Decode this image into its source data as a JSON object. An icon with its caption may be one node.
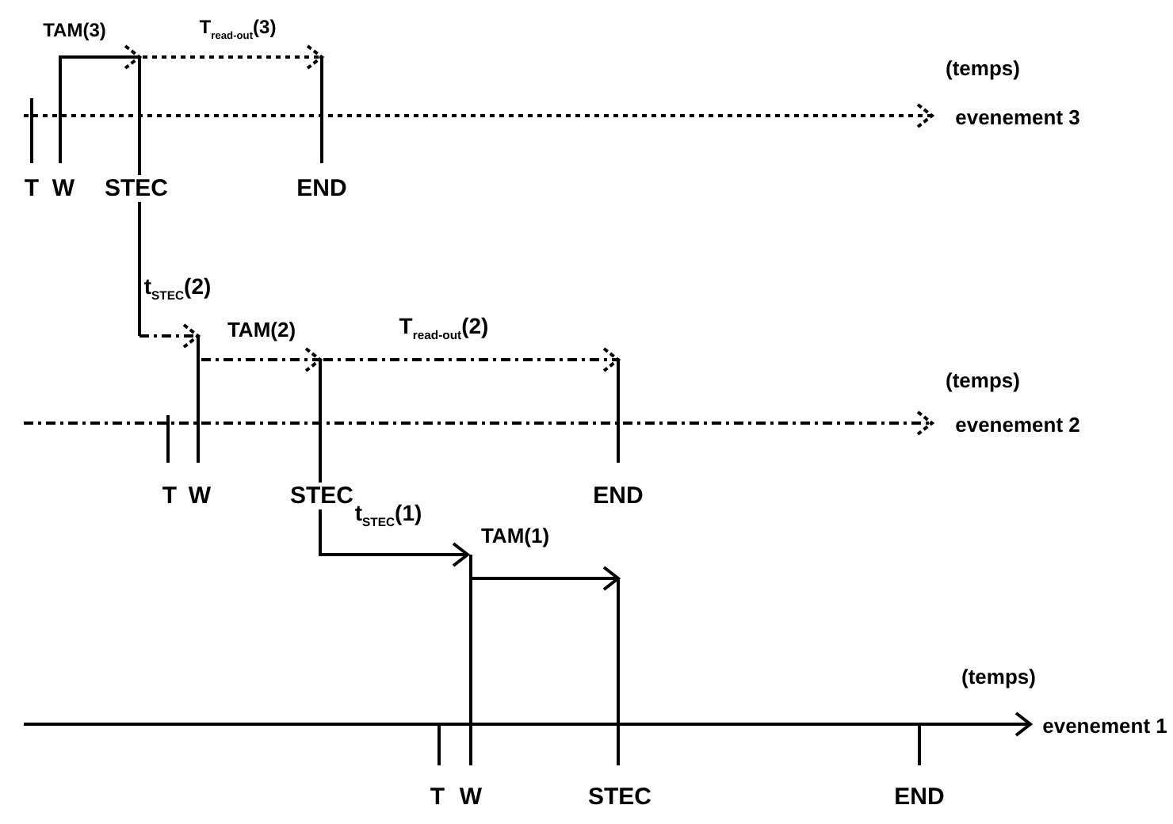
{
  "diagram": {
    "labels": [
      "TAM(3)",
      "T$_{read-out}$(3)",
      "(temps)",
      "evenement 3",
      "T",
      "W",
      "STEC",
      "END",
      "t$_{STEC}$(2)",
      "TAM(2)",
      "T$_{read-out}$(2)",
      "(temps)",
      "evenement 2",
      "T",
      "W",
      "STEC",
      "END",
      "t$_{STEC}$(1)",
      "TAM(1)",
      "(temps)",
      "evenement 1",
      "T",
      "W",
      "STEC",
      "END"
    ]
  }
}
